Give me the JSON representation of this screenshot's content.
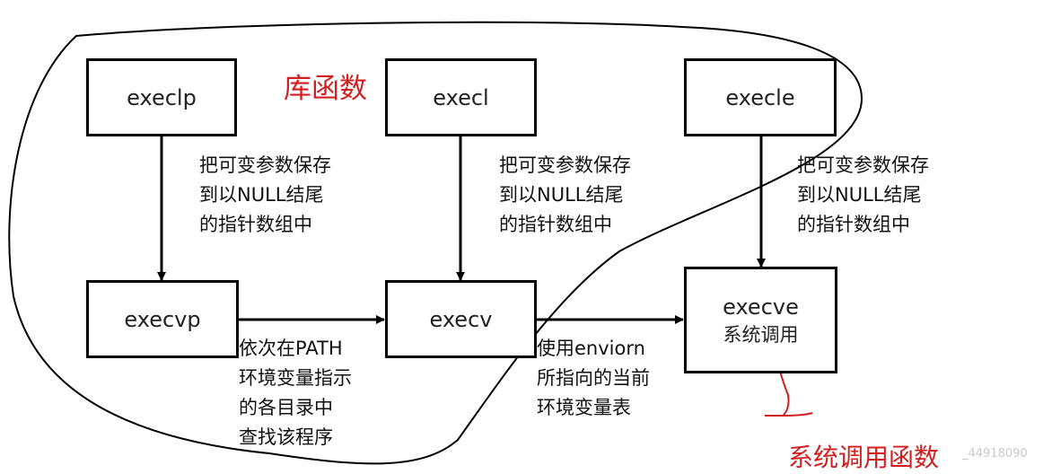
{
  "title_label": "库函数",
  "boxes": {
    "execlp": "execlp",
    "execl": "execl",
    "execle": "execle",
    "execvp": "execvp",
    "execv": "execv",
    "execve": "execve",
    "execve_sub": "系统调用"
  },
  "notes": {
    "note1": "把可变参数保存\n到以NULL结尾\n的指针数组中",
    "note2": "把可变参数保存\n到以NULL结尾\n的指针数组中",
    "note3": "把可变参数保存\n到以NULL结尾\n的指针数组中",
    "path_note": "依次在PATH\n环境变量指示\n的各目录中\n查找该程序",
    "environ_note": "使用enviorn\n所指向的当前\n环境变量表"
  },
  "annotation_label": "系统调用函数",
  "watermark": "_44918090",
  "colors": {
    "annotation": "#d21e1e",
    "box_border": "#000000"
  }
}
